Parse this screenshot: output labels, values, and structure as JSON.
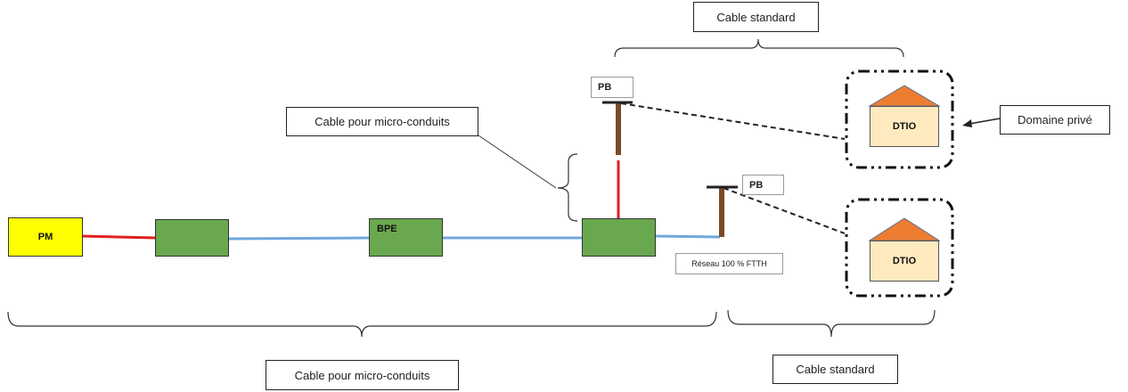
{
  "nodes": {
    "pm": "PM",
    "bpe": "BPE",
    "pb_top": "PB",
    "pb_mid": "PB",
    "dtio_top": "DTIO",
    "dtio_bottom": "DTIO"
  },
  "labels": {
    "cable_standard_top": "Cable standard",
    "cable_micro_top": "Cable pour micro-conduits",
    "domaine_prive": "Domaine privé",
    "reseau_ftth": "Réseau 100 % FTTH",
    "cable_micro_bottom": "Cable pour micro-conduits",
    "cable_standard_bottom": "Cable standard"
  },
  "colors": {
    "feeder_cable": "#e02020",
    "distribution_cable": "#6fa8dc",
    "enclosure": "#6aa84f",
    "pm_box": "#ffff00",
    "pole": "#7a4a24",
    "roof": "#ed7d31",
    "house_wall": "#ffeabf"
  }
}
